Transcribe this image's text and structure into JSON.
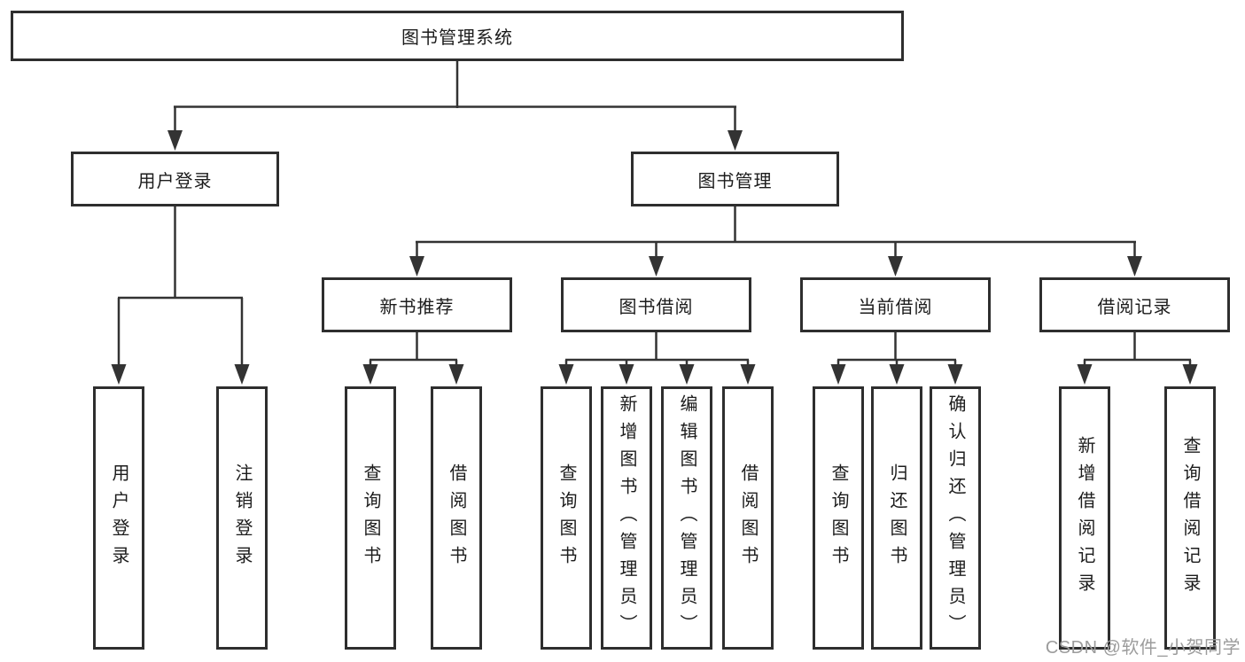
{
  "diagram": {
    "root": {
      "label": "图书管理系统"
    },
    "level2": [
      {
        "label": "用户登录"
      },
      {
        "label": "图书管理"
      }
    ],
    "level3": [
      {
        "label": "新书推荐"
      },
      {
        "label": "图书借阅"
      },
      {
        "label": "当前借阅"
      },
      {
        "label": "借阅记录"
      }
    ],
    "leaves": {
      "user_login": [
        "用户登录",
        "注销登录"
      ],
      "new_books": [
        "查询图书",
        "借阅图书"
      ],
      "book_borrow": [
        "查询图书",
        "新增图书（管理员）",
        "编辑图书（管理员）",
        "借阅图书"
      ],
      "current_borrow": [
        "查询图书",
        "归还图书",
        "确认归还（管理员）"
      ],
      "borrow_records": [
        "新增借阅记录",
        "查询借阅记录"
      ]
    }
  },
  "watermark": "CSDN @软件_小贺同学",
  "colors": {
    "line": "#333333",
    "box_border": "#2e2e2e",
    "text": "#1c1c1c",
    "watermark": "#9c9c9c",
    "background": "#ffffff"
  }
}
